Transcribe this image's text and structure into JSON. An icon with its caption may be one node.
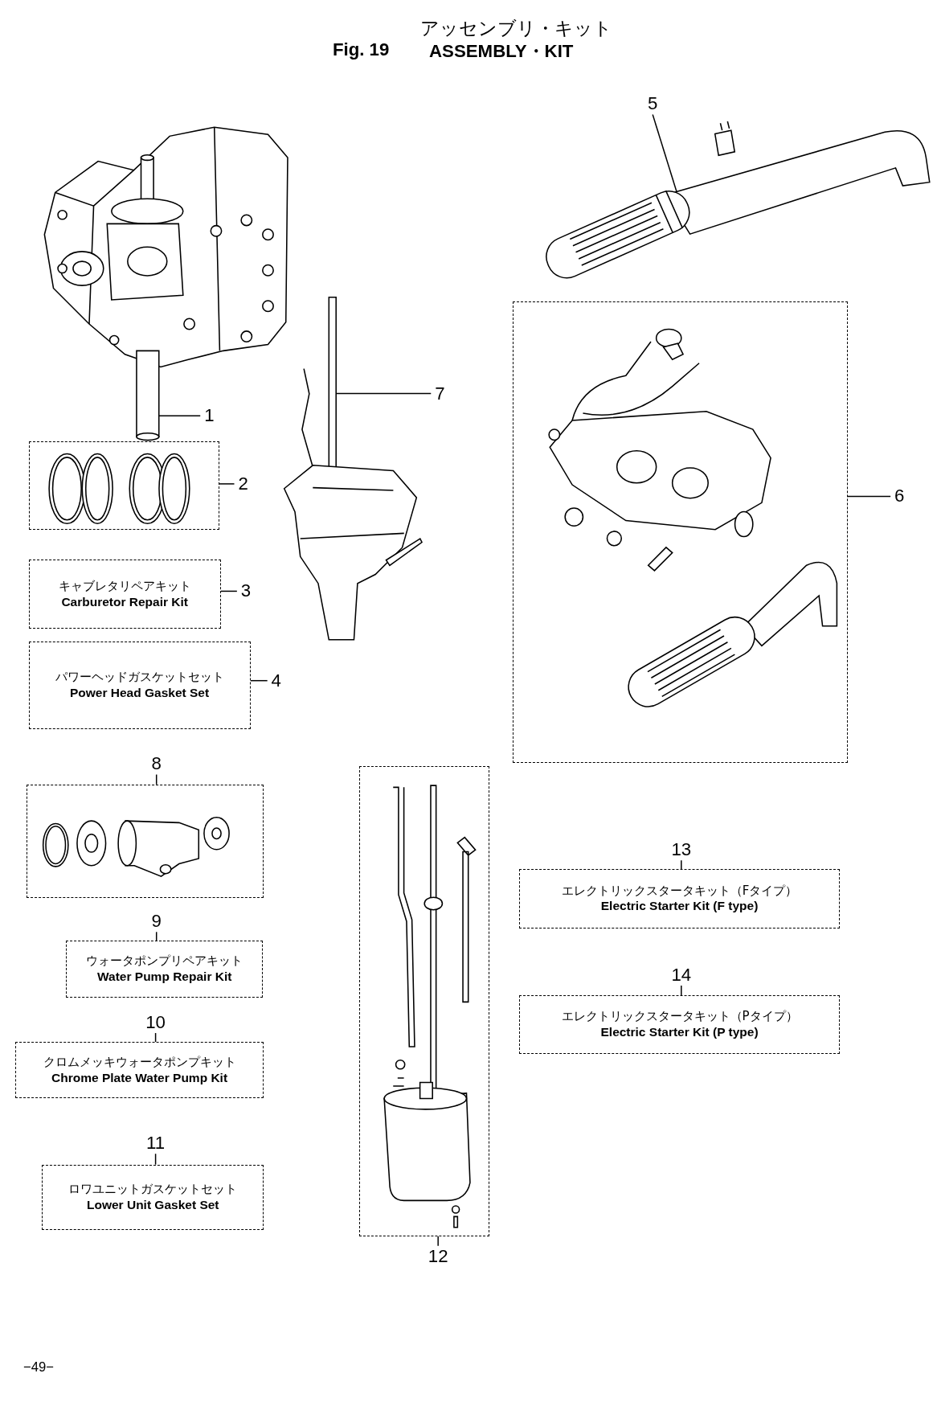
{
  "diagram": {
    "title": "ASSEMBLY・KIT",
    "nodes": [
      {
        "text": [
          "1"
        ]
      },
      {
        "text": [],
        "shape": "picture"
      },
      {
        "text": [
          "2"
        ]
      },
      {
        "text": [],
        "shape": "box"
      },
      {
        "text": [
          "3"
        ]
      },
      {
        "text": [
          "キャブレタリペアキット",
          "Carburetor Repair Kit"
        ]
      },
      {
        "text": [
          "4"
        ]
      },
      {
        "text": [
          "パワーヘッドガスケットセット",
          "Power Head Gasket Set"
        ]
      },
      {
        "text": [
          "5"
        ]
      },
      {
        "text": [],
        "shape": "picture"
      },
      {
        "text": [
          "6"
        ]
      },
      {
        "text": [],
        "shape": "box"
      },
      {
        "text": [
          "7"
        ]
      },
      {
        "text": [],
        "shape": "picture"
      },
      {
        "text": [
          "8"
        ]
      },
      {
        "text": [],
        "shape": "box"
      },
      {
        "text": [
          "9"
        ]
      },
      {
        "text": [
          "ウォータポンプリペアキット",
          "Water Pump Repair Kit"
        ]
      },
      {
        "text": [
          "10"
        ]
      },
      {
        "text": [
          "クロムメッキウォータポンプキット",
          "Chrome Plate Water Pump Kit"
        ]
      },
      {
        "text": [
          "11"
        ]
      },
      {
        "text": [
          "ロワユニットガスケットセット",
          "Lower Unit Gasket Set"
        ]
      },
      {
        "text": [
          "12"
        ]
      },
      {
        "text": [],
        "shape": "box"
      },
      {
        "text": [
          "13"
        ]
      },
      {
        "text": [
          "エレクトリックスタータキット（Fタイプ）",
          "Electric Starter Kit (F type)"
        ]
      },
      {
        "text": [
          "14"
        ]
      },
      {
        "text": [
          "エレクトリックスタータキット（Pタイプ）",
          "Electric Starter Kit (P type)"
        ]
      }
    ],
    "edges": [
      {
        "from": 0,
        "to": 1,
        "arrow": "none"
      },
      {
        "from": 2,
        "to": 3,
        "arrow": "none"
      },
      {
        "from": 4,
        "to": 5,
        "arrow": "none"
      },
      {
        "from": 6,
        "to": 7,
        "arrow": "none"
      },
      {
        "from": 8,
        "to": 9,
        "arrow": "none"
      },
      {
        "from": 10,
        "to": 11,
        "arrow": "none"
      },
      {
        "from": 12,
        "to": 13,
        "arrow": "none"
      },
      {
        "from": 14,
        "to": 15,
        "arrow": "none"
      },
      {
        "from": 16,
        "to": 17,
        "arrow": "none"
      },
      {
        "from": 18,
        "to": 19,
        "arrow": "none"
      },
      {
        "from": 20,
        "to": 21,
        "arrow": "none"
      },
      {
        "from": 22,
        "to": 23,
        "arrow": "none"
      },
      {
        "from": 24,
        "to": 25,
        "arrow": "none"
      },
      {
        "from": 26,
        "to": 27,
        "arrow": "none"
      }
    ],
    "labels": [
      "アッセンブリ・キット",
      "Fig. 19",
      "−49−"
    ]
  }
}
